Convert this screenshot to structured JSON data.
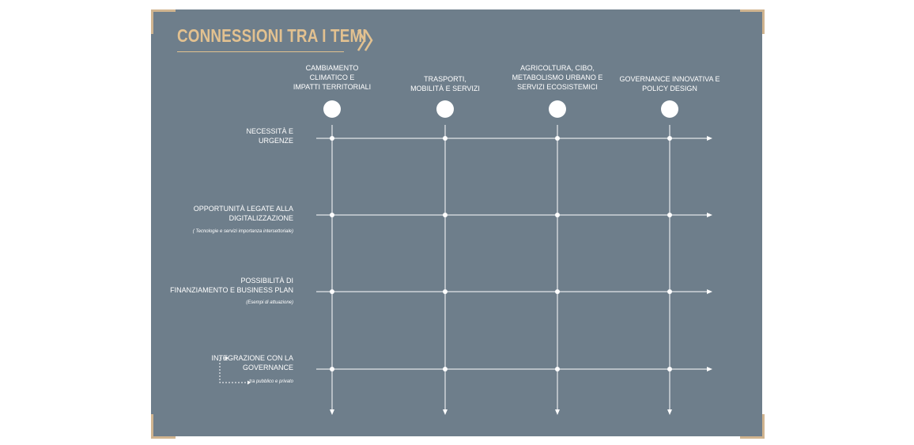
{
  "title": "CONNESSIONI TRA I TEMI",
  "colors": {
    "board": "#6e7e8b",
    "accent": "#e2c190",
    "corner": "#d0b48f",
    "line": "#ffffff"
  },
  "icons": {
    "title_arrow": "double-chevron-right-icon"
  },
  "columns": [
    {
      "label": "CAMBIAMENTO\nCLIMATICO    E\nIMPATTI TERRITORIALI"
    },
    {
      "label": "TRASPORTI,\nMOBILITÀ  E  SERVIZI"
    },
    {
      "label": "AGRICOLTURA, CIBO,\nMETABOLISMO URBANO   E\nSERVIZI ECOSISTEMICI"
    },
    {
      "label": "GOVERNANCE INNOVATIVA   E\nPOLICY DESIGN"
    }
  ],
  "rows": [
    {
      "label": "NECESSITÀ E\nURGENZE",
      "note": ""
    },
    {
      "label": "OPPORTUNITÀ LEGATE ALLA\nDIGITALIZZAZIONE",
      "note": "( Tecnologie e servizi importanza intersettoriale)"
    },
    {
      "label": "POSSIBILITÀ DI\nFINANZIAMENTO E BUSINESS PLAN",
      "note": "(Esempi di attuazione)"
    },
    {
      "label": "INTEGRAZIONE CON LA\nGOVERNANCE",
      "note": "tra pubblico e privato"
    }
  ]
}
